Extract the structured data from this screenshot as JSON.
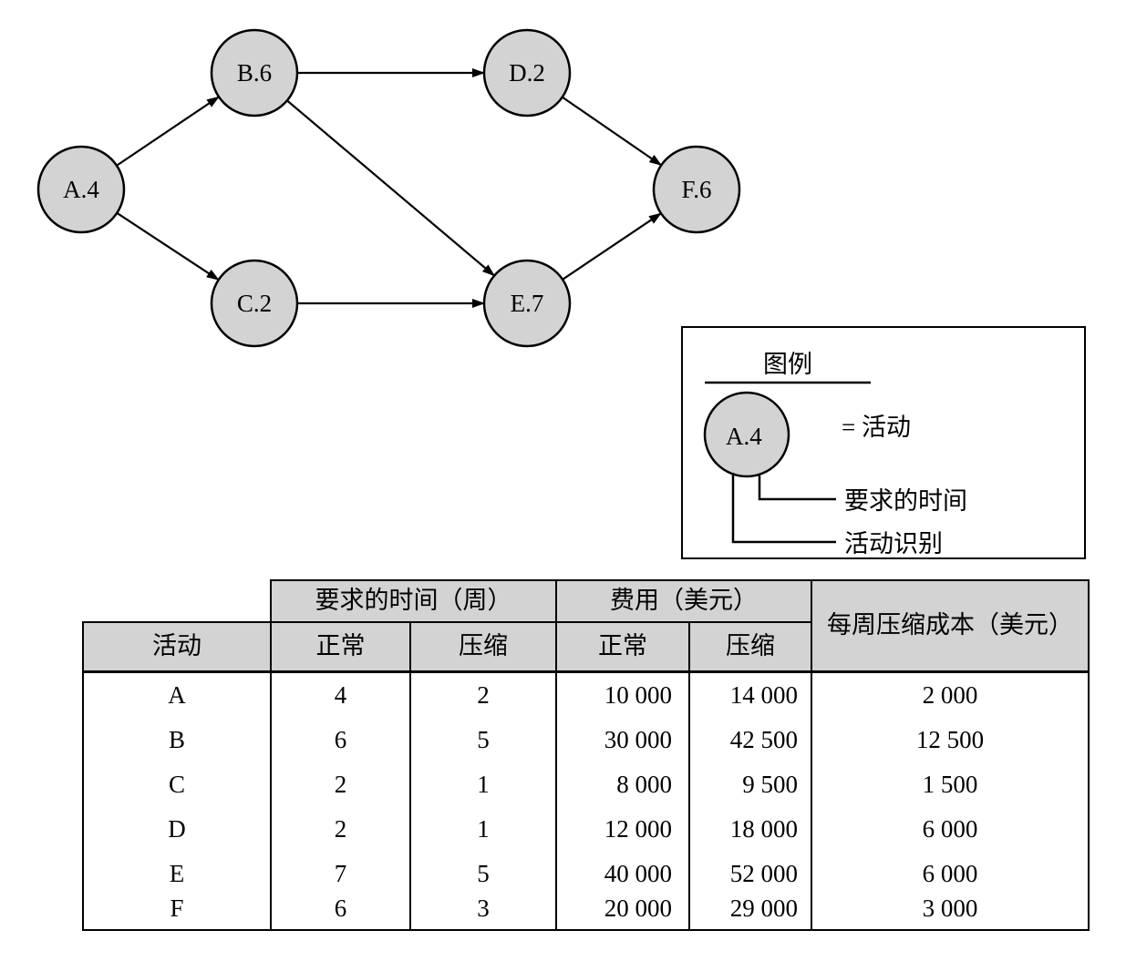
{
  "network": {
    "nodes": [
      {
        "id": "A",
        "label": "A.4"
      },
      {
        "id": "B",
        "label": "B.6"
      },
      {
        "id": "C",
        "label": "C.2"
      },
      {
        "id": "D",
        "label": "D.2"
      },
      {
        "id": "E",
        "label": "E.7"
      },
      {
        "id": "F",
        "label": "F.6"
      }
    ],
    "edges": [
      {
        "from": "A",
        "to": "B"
      },
      {
        "from": "A",
        "to": "C"
      },
      {
        "from": "B",
        "to": "D"
      },
      {
        "from": "B",
        "to": "E"
      },
      {
        "from": "C",
        "to": "E"
      },
      {
        "from": "D",
        "to": "F"
      },
      {
        "from": "E",
        "to": "F"
      }
    ],
    "colors": {
      "node_fill": "#d3d3d3",
      "stroke": "#000000"
    }
  },
  "legend": {
    "title": "图例",
    "example_node": "A.4",
    "equals_activity": "= 活动",
    "time_required": "要求的时间",
    "activity_id": "活动识别"
  },
  "table": {
    "group_time": "要求的时间（周）",
    "group_cost": "费用（美元）",
    "crash_cost_header": "每周压缩成本（美元）",
    "col_activity": "活动",
    "col_normal_time": "正常",
    "col_crash_time": "压缩",
    "col_normal_cost": "正常",
    "col_crash_cost": "压缩",
    "rows": [
      {
        "activity": "A",
        "normal_time": "4",
        "crash_time": "2",
        "normal_cost": "10 000",
        "crash_cost": "14 000",
        "crash_per_week": "2 000"
      },
      {
        "activity": "B",
        "normal_time": "6",
        "crash_time": "5",
        "normal_cost": "30 000",
        "crash_cost": "42 500",
        "crash_per_week": "12 500"
      },
      {
        "activity": "C",
        "normal_time": "2",
        "crash_time": "1",
        "normal_cost": "8 000",
        "crash_cost": "9 500",
        "crash_per_week": "1 500"
      },
      {
        "activity": "D",
        "normal_time": "2",
        "crash_time": "1",
        "normal_cost": "12 000",
        "crash_cost": "18 000",
        "crash_per_week": "6 000"
      },
      {
        "activity": "E",
        "normal_time": "7",
        "crash_time": "5",
        "normal_cost": "40 000",
        "crash_cost": "52 000",
        "crash_per_week": "6 000"
      },
      {
        "activity": "F",
        "normal_time": "6",
        "crash_time": "3",
        "normal_cost": "20 000",
        "crash_cost": "29 000",
        "crash_per_week": "3 000"
      }
    ]
  }
}
